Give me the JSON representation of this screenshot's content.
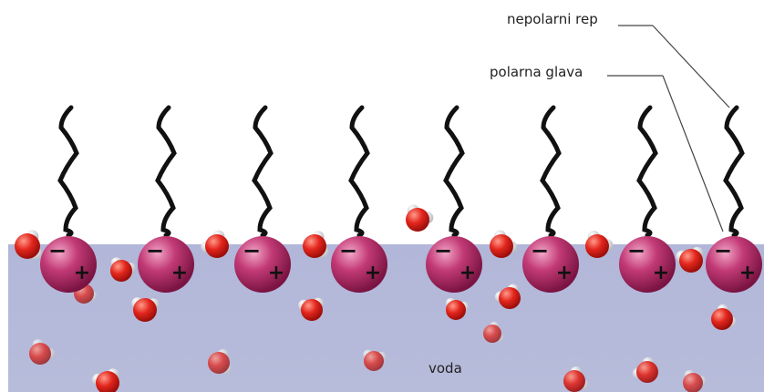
{
  "labels": {
    "nonpolar_tail": "nepolarni rep",
    "polar_head": "polarna glava",
    "water": "voda"
  },
  "symbols": {
    "negative": "−",
    "positive": "+"
  },
  "molecule_count": 8,
  "colors": {
    "water_region": "#b4b8d9",
    "head": "#b8336a",
    "tail": "#111111",
    "oxygen": "#e0261f",
    "hydrogen": "#eeeeee",
    "leader_line": "#444444"
  }
}
